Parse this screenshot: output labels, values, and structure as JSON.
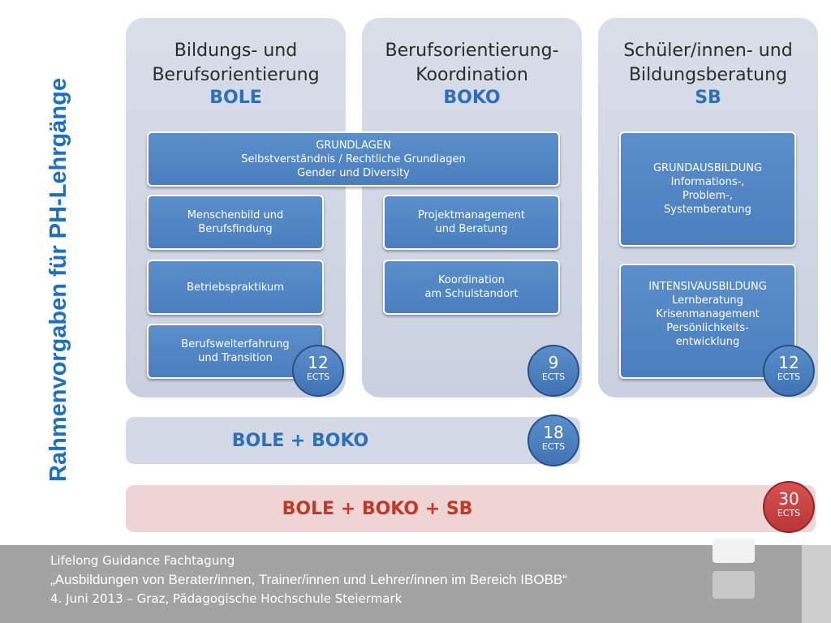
{
  "side_title": "Rahmenvorgaben für PH-Lehrgänge",
  "columns": [
    {
      "title_line1": "Bildungs- und",
      "title_line2": "Berufsorientierung",
      "abbr": "BOLE",
      "ects_num": "12",
      "ects_unit": "ECTS",
      "boxes": [
        {
          "line1": "Menschenbild und",
          "line2": "Berufsfindung"
        },
        {
          "line1": "Betriebspraktikum"
        },
        {
          "line1": "Berufswelterfahrung",
          "line2": "und Transition"
        }
      ]
    },
    {
      "title_line1": "Berufsorientierung-",
      "title_line2": "Koordination",
      "abbr": "BOKO",
      "ects_num": "9",
      "ects_unit": "ECTS",
      "boxes": [
        {
          "line1": "Projektmanagement",
          "line2": "und Beratung"
        },
        {
          "line1": "Koordination",
          "line2": "am Schulstandort"
        }
      ]
    },
    {
      "title_line1": "Schüler/innen- und",
      "title_line2": "Bildungsberatung",
      "abbr": "SB",
      "ects_num": "12",
      "ects_unit": "ECTS",
      "boxes": [
        {
          "line1": "GRUNDAUSBILDUNG",
          "line2": "Informations-,",
          "line3": "Problem-,",
          "line4": "Systemberatung"
        },
        {
          "line1": "INTENSIVAUSBILDUNG",
          "line2": "Lernberatung",
          "line3": "Krisenmanagement",
          "line4": "Persönlichkeits-",
          "line5": "entwicklung"
        }
      ]
    }
  ],
  "shared_box": {
    "line1": "GRUNDLAGEN",
    "line2": "Selbstverständnis / Rechtliche Grundlagen",
    "line3": "Gender und Diversity"
  },
  "band1": {
    "label": "BOLE + BOKO",
    "ects_num": "18",
    "ects_unit": "ECTS"
  },
  "band2": {
    "label": "BOLE + BOKO + SB",
    "ects_num": "30",
    "ects_unit": "ECTS"
  },
  "footer": {
    "line1": "Lifelong Guidance Fachtagung",
    "line2": "„Ausbildungen von Berater/innen, Trainer/innen und Lehrer/innen im Bereich IBOBB“",
    "line3": "4. Juni 2013 – Graz, Pädagogische Hochschule Steiermark"
  },
  "colors": {
    "accent_blue": "#1f6fc0",
    "box_blue": "#4f82c0",
    "band1": "#d3d9e5",
    "band2": "#efd4d4",
    "red_text": "#c0392b",
    "footer_gray": "#a3a3a3"
  }
}
